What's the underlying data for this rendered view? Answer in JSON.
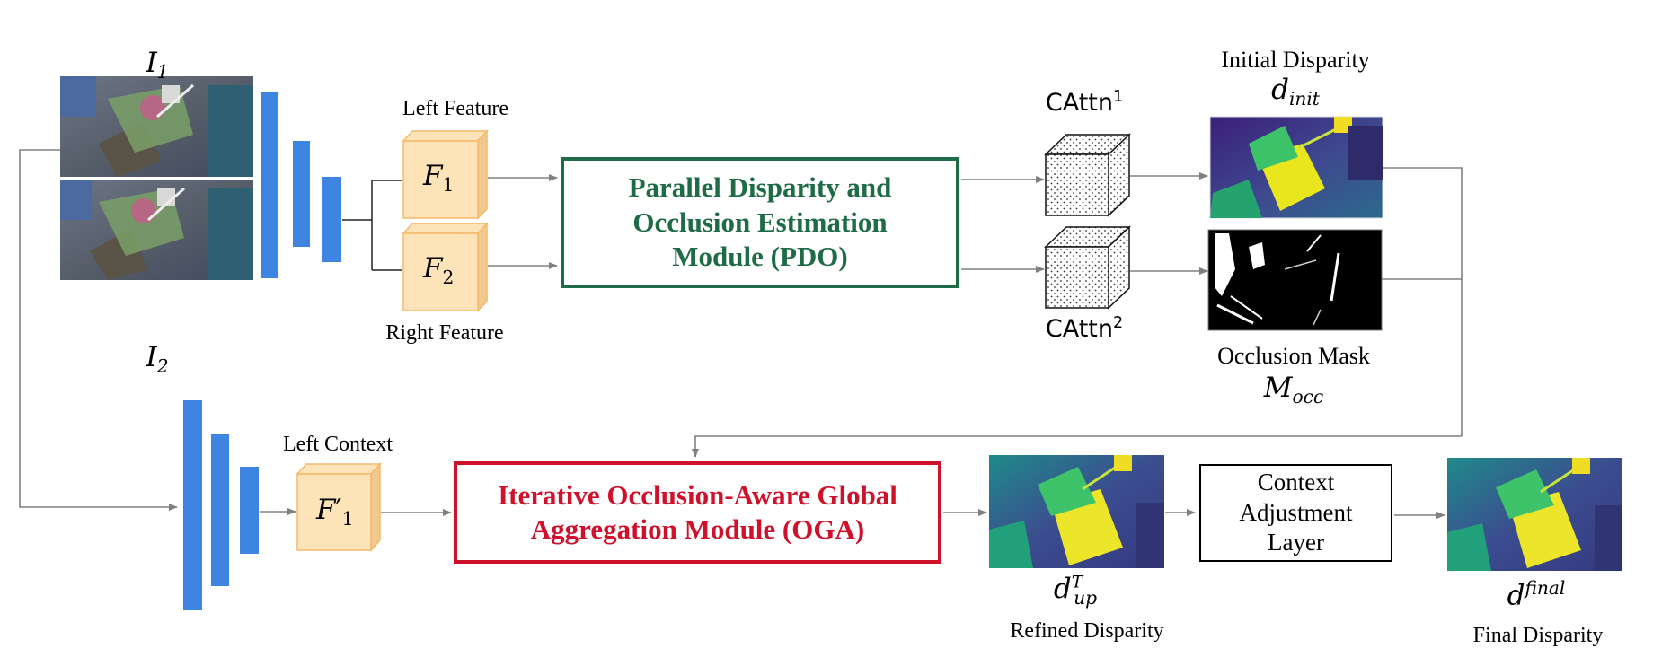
{
  "inputs": {
    "left": "I_1",
    "right": "I_2"
  },
  "features": {
    "left_label": "Left Feature",
    "right_label": "Right Feature",
    "f1": "F_1",
    "f2": "F_2",
    "context_label": "Left Context",
    "fprime": "F'_1"
  },
  "pdo": {
    "lines": [
      "Parallel Disparity and",
      "Occlusion Estimation",
      "Module (PDO)"
    ],
    "color": "#1e6b45"
  },
  "attn": {
    "a1": "CAttn^1",
    "a2": "CAttn^2"
  },
  "init_disp": {
    "title": "Initial Disparity",
    "symbol": "d_init"
  },
  "occ_mask": {
    "title": "Occlusion Mask",
    "symbol": "M_occ"
  },
  "oga": {
    "lines": [
      "Iterative Occlusion-Aware Global",
      "Aggregation Module (OGA)"
    ],
    "color": "#d0112b"
  },
  "refined": {
    "symbol": "d_up^T",
    "label": "Refined Disparity"
  },
  "context_adj": {
    "lines": [
      "Context",
      "Adjustment",
      "Layer"
    ]
  },
  "final": {
    "symbol": "d^final",
    "label": "Final Disparity"
  },
  "colors": {
    "encoder_blue": "#3d85e0",
    "feature_fill": "#fde3b8",
    "feature_edge": "#f5b96a",
    "arrow": "#808080"
  }
}
